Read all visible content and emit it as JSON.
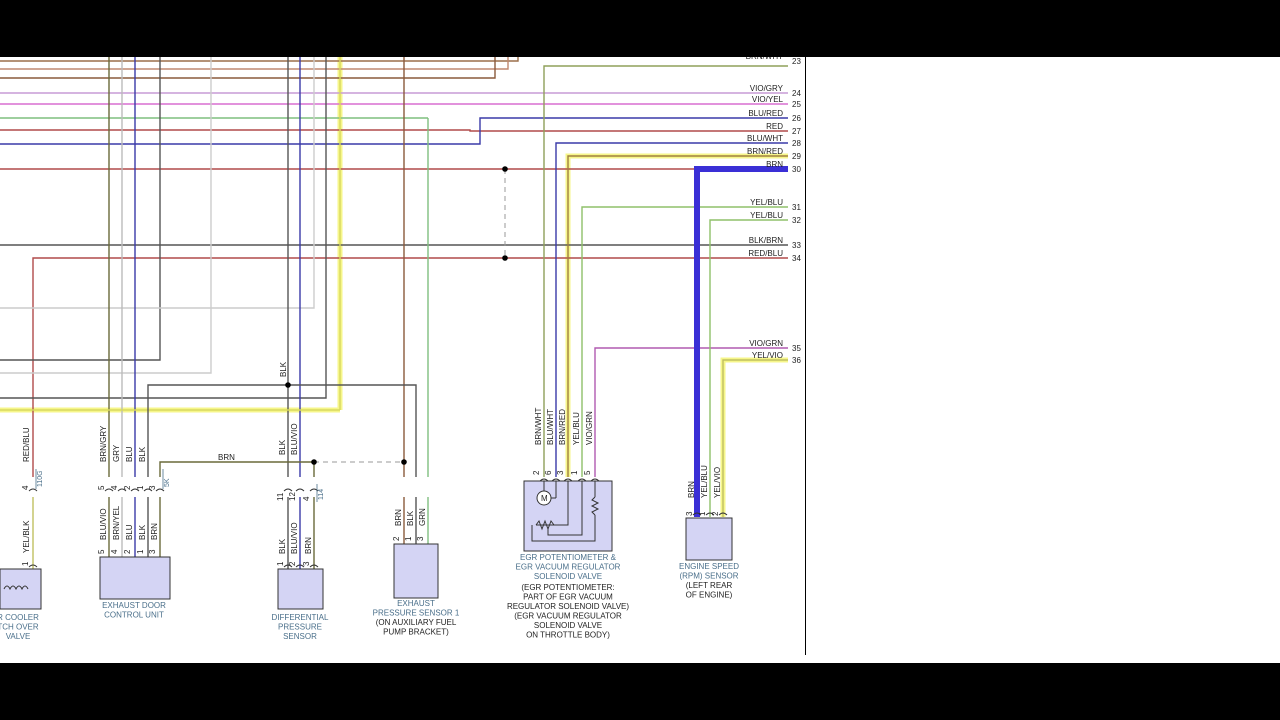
{
  "wires_right": [
    {
      "label": "BRN/WHT",
      "pin": "23"
    },
    {
      "label": "VIO/GRY",
      "pin": "24"
    },
    {
      "label": "VIO/YEL",
      "pin": "25"
    },
    {
      "label": "BLU/RED",
      "pin": "26"
    },
    {
      "label": "RED",
      "pin": "27"
    },
    {
      "label": "BLU/WHT",
      "pin": "28"
    },
    {
      "label": "BRN/RED",
      "pin": "29"
    },
    {
      "label": "BRN",
      "pin": "30"
    },
    {
      "label": "YEL/BLU",
      "pin": "31"
    },
    {
      "label": "YEL/BLU",
      "pin": "32"
    },
    {
      "label": "BLK/BRN",
      "pin": "33"
    },
    {
      "label": "RED/BLU",
      "pin": "34"
    },
    {
      "label": "VIO/GRN",
      "pin": "35"
    },
    {
      "label": "YEL/VIO",
      "pin": "36"
    }
  ],
  "colors": {
    "highlight_blue": "#3a2fd6",
    "highlight_yellow": "#f6f68a",
    "component_fill": "#d4d4f4",
    "caption_text": "#4a6f8a"
  },
  "components": {
    "cooler_valve": {
      "caption": "R COOLER\nTCH OVER\nVALVE",
      "wire_top": "RED/BLU",
      "wire_bottom": "YEL/BLK",
      "pins": [
        "4",
        "1"
      ],
      "link": "110G"
    },
    "exhaust_door": {
      "caption": "EXHAUST DOOR\nCONTROL UNIT",
      "wires_top": [
        "BRN/GRY",
        "GRY",
        "BLU",
        "BLK"
      ],
      "wires_bottom": [
        "BLU/VIO",
        "BRN/YEL",
        "BLU",
        "BLK",
        "BRN"
      ],
      "pins_top": [
        "5",
        "4",
        "2",
        "1",
        "3"
      ],
      "pins_bottom": [
        "5",
        "4",
        "2",
        "1",
        "3"
      ],
      "link": "5K"
    },
    "diff_pressure": {
      "caption": "DIFFERENTIAL\nPRESSURE\nSENSOR",
      "wires_top": [
        "BLK",
        "BLU/VIO"
      ],
      "wires_bottom": [
        "BLK",
        "BLU/VIO",
        "BRN"
      ],
      "pins_top": [
        "11",
        "12",
        "4"
      ],
      "pins_bottom": [
        "1",
        "2",
        "3"
      ],
      "link": "114"
    },
    "exhaust_pressure": {
      "caption": "EXHAUST\nPRESSURE SENSOR 1",
      "note": "(ON AUXILIARY FUEL\nPUMP BRACKET)",
      "wires": [
        "BRN",
        "BLK",
        "GRN"
      ],
      "pins": [
        "2",
        "1",
        "3"
      ]
    },
    "egr": {
      "caption": "EGR POTENTIOMETER &\nEGR VACUUM REGULATOR\nSOLENOID VALVE",
      "note": "(EGR POTENTIOMETER:\nPART OF EGR VACUUM\nREGULATOR SOLENOID VALVE)\n(EGR VACUUM REGULATOR\nSOLENOID VALVE\nON THROTTLE BODY)",
      "wires": [
        "BRN/WHT",
        "BLU/WHT",
        "BRN/RED",
        "YEL/BLU",
        "VIO/GRN"
      ],
      "pins": [
        "2",
        "6",
        "3",
        "1",
        "5"
      ],
      "motor": "M"
    },
    "engine_speed": {
      "caption": "ENGINE SPEED\n(RPM) SENSOR",
      "note": "(LEFT REAR\nOF ENGINE)",
      "wires": [
        "BRN",
        "YEL/BLU",
        "YEL/VIO"
      ],
      "pins": [
        "3",
        "1",
        "2"
      ]
    }
  },
  "mid_labels": {
    "brn_horizontal": "BRN",
    "blk_vertical": "BLK"
  }
}
